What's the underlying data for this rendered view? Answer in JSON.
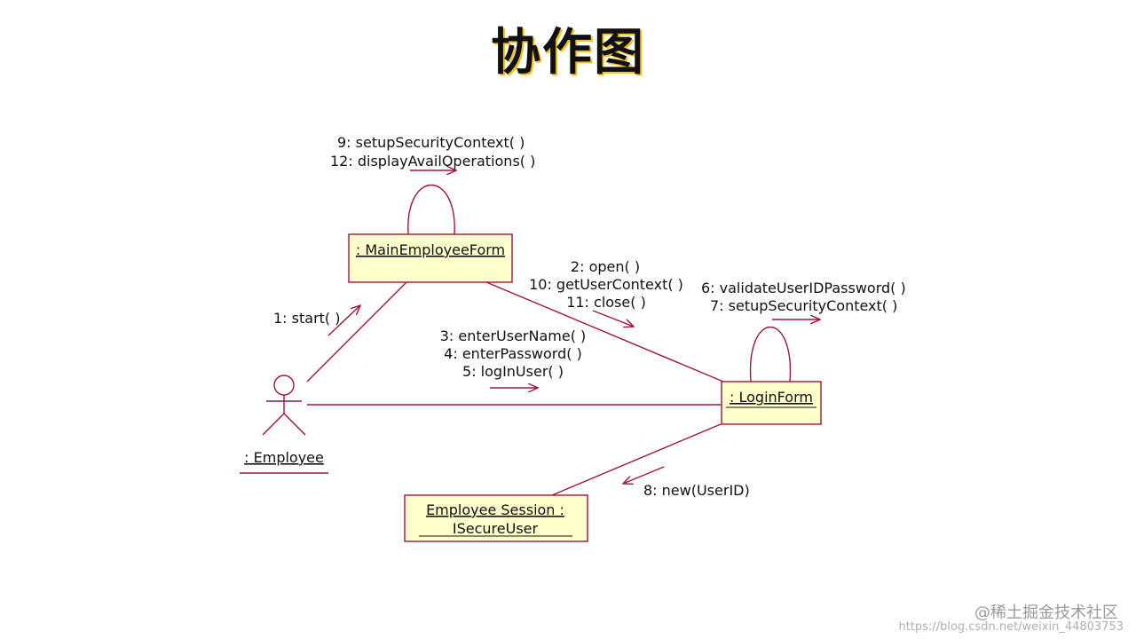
{
  "title": "协作图",
  "colors": {
    "line": "#a0143c",
    "object_fill": "#ffffcc",
    "text": "#111111"
  },
  "objects": {
    "main_employee_form": ": MainEmployeeForm",
    "login_form": ": LoginForm",
    "employee_session_line1": "Employee Session :",
    "employee_session_line2": "ISecureUser",
    "actor": ": Employee"
  },
  "messages": {
    "main_self": [
      "9: setupSecurityContext( )",
      "12: displayAvailOperations( )"
    ],
    "actor_to_main": [
      "1: start( )"
    ],
    "main_to_login": [
      "2: open( )",
      "10: getUserContext( )",
      "11: close( )"
    ],
    "login_self": [
      "6: validateUserIDPassword( )",
      "7: setupSecurityContext( )"
    ],
    "actor_to_login": [
      "3: enterUserName( )",
      "4: enterPassword( )",
      "5: logInUser( )"
    ],
    "login_to_session": [
      "8: new(UserID)"
    ]
  },
  "watermark": {
    "brand": "@稀土掘金技术社区",
    "url": "https://blog.csdn.net/weixin_44803753"
  }
}
